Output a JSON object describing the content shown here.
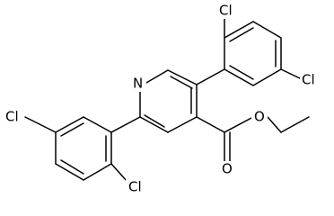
{
  "structure": {
    "atom_labels": {
      "chlorine_top": "Cl",
      "chlorine_right": "Cl",
      "nitrogen": "N",
      "chlorine_left": "Cl",
      "chlorine_bottom": "Cl",
      "ester_oxygen": "O",
      "carbonyl_oxygen": "O"
    }
  },
  "colors": {
    "bond": "#000000",
    "background": "#ffffff"
  }
}
